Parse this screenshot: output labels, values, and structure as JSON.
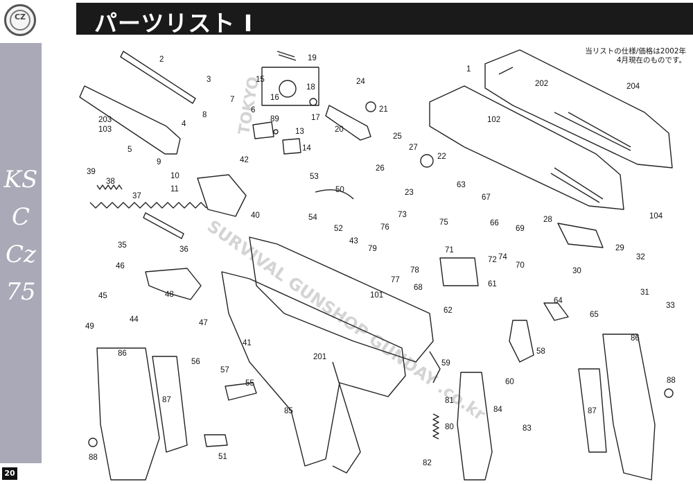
{
  "header": {
    "logo_text": "CZ",
    "title": "パーツリスト Ⅰ",
    "side_title": "KSC Cz75",
    "page_number": "20"
  },
  "note": {
    "line1": "当リストの仕様/価格は2002年",
    "line2": "4月現在のものです。"
  },
  "watermark": {
    "line1": "TOKYO",
    "line2": "SURVIVAL GUNSHOP GUNDAY .co.kr"
  },
  "part_labels": [
    "1",
    "2",
    "3",
    "4",
    "5",
    "6",
    "7",
    "8",
    "9",
    "10",
    "11",
    "13",
    "14",
    "15",
    "16",
    "17",
    "18",
    "19",
    "20",
    "21",
    "22",
    "23",
    "24",
    "25",
    "26",
    "27",
    "28",
    "29",
    "30",
    "31",
    "32",
    "33",
    "35",
    "36",
    "37",
    "38",
    "39",
    "40",
    "41",
    "42",
    "43",
    "44",
    "45",
    "46",
    "47",
    "48",
    "49",
    "50",
    "51",
    "52",
    "53",
    "54",
    "55",
    "56",
    "57",
    "58",
    "59",
    "60",
    "61",
    "62",
    "63",
    "64",
    "65",
    "66",
    "67",
    "68",
    "69",
    "70",
    "71",
    "72",
    "73",
    "74",
    "75",
    "76",
    "77",
    "78",
    "79",
    "80",
    "81",
    "82",
    "83",
    "84",
    "85",
    "86",
    "86",
    "87",
    "87",
    "88",
    "88",
    "89",
    "101",
    "102",
    "103",
    "104",
    "201",
    "202",
    "203",
    "204"
  ]
}
